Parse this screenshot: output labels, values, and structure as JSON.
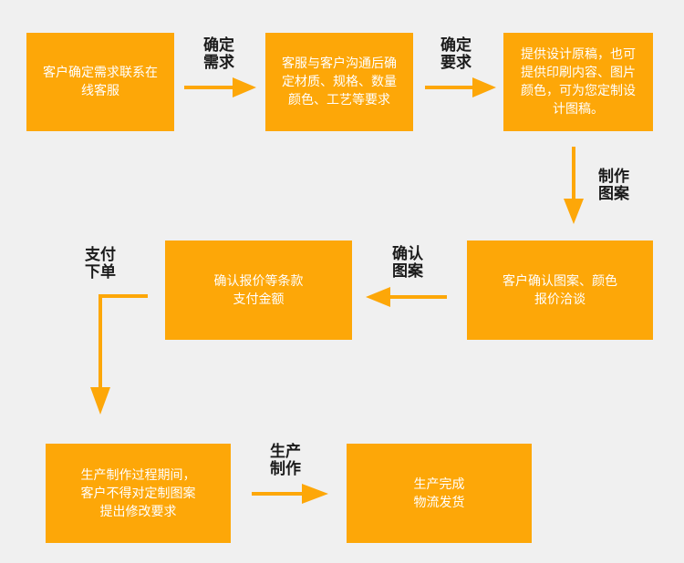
{
  "colors": {
    "box": "#fda708",
    "arrow": "#fda708",
    "background": "#f0f0f0",
    "label": "#1a1a1a"
  },
  "steps": [
    {
      "text": "客户确定需求联系在\n线客服"
    },
    {
      "text": "客服与客户沟通后确\n定材质、规格、数量\n颜色、工艺等要求"
    },
    {
      "text": "提供设计原稿，也可\n提供印刷内容、图片\n颜色，可为您定制设\n计图稿。"
    },
    {
      "text": "客户确认图案、颜色\n报价洽谈"
    },
    {
      "text": "确认报价等条款\n支付金额"
    },
    {
      "text": "生产制作过程期间，\n客户不得对定制图案\n提出修改要求"
    },
    {
      "text": "生产完成\n物流发货"
    }
  ],
  "labels": [
    {
      "text": "确定\n需求"
    },
    {
      "text": "确定\n要求"
    },
    {
      "text": "制作\n图案"
    },
    {
      "text": "确认\n图案"
    },
    {
      "text": "支付\n下单"
    },
    {
      "text": "生产\n制作"
    }
  ]
}
